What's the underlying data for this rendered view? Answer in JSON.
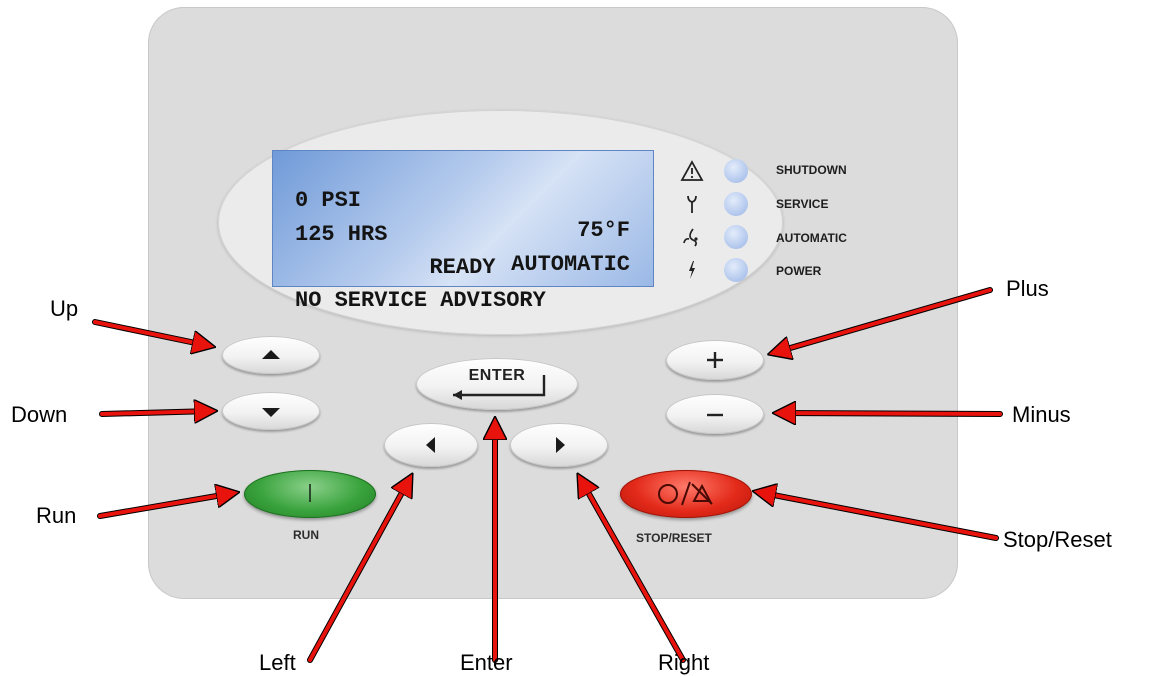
{
  "display": {
    "line1_left": "0 PSI",
    "line1_right": "75°F",
    "line2_left": "125 HRS",
    "line2_right": "AUTOMATIC",
    "line3": "READY",
    "line4": "NO SERVICE ADVISORY"
  },
  "indicators": [
    {
      "icon": "warning-triangle-icon",
      "label": "SHUTDOWN"
    },
    {
      "icon": "wrench-icon",
      "label": "SERVICE"
    },
    {
      "icon": "automatic-cycle-icon",
      "label": "AUTOMATIC"
    },
    {
      "icon": "lightning-bolt-icon",
      "label": "POWER"
    }
  ],
  "keys": {
    "enter_text": "ENTER",
    "run_label": "RUN",
    "stop_label": "STOP/RESET"
  },
  "callouts": {
    "up": "Up",
    "down": "Down",
    "run": "Run",
    "left": "Left",
    "enter": "Enter",
    "right": "Right",
    "plus": "Plus",
    "minus": "Minus",
    "stop_reset": "Stop/Reset"
  },
  "colors": {
    "panel": "#dcdcdc",
    "lcd": "#a9c1ea",
    "led": "#b7cbef",
    "run": "#3aa33d",
    "stop": "#e32a1a",
    "arrow": "#e8130c"
  }
}
